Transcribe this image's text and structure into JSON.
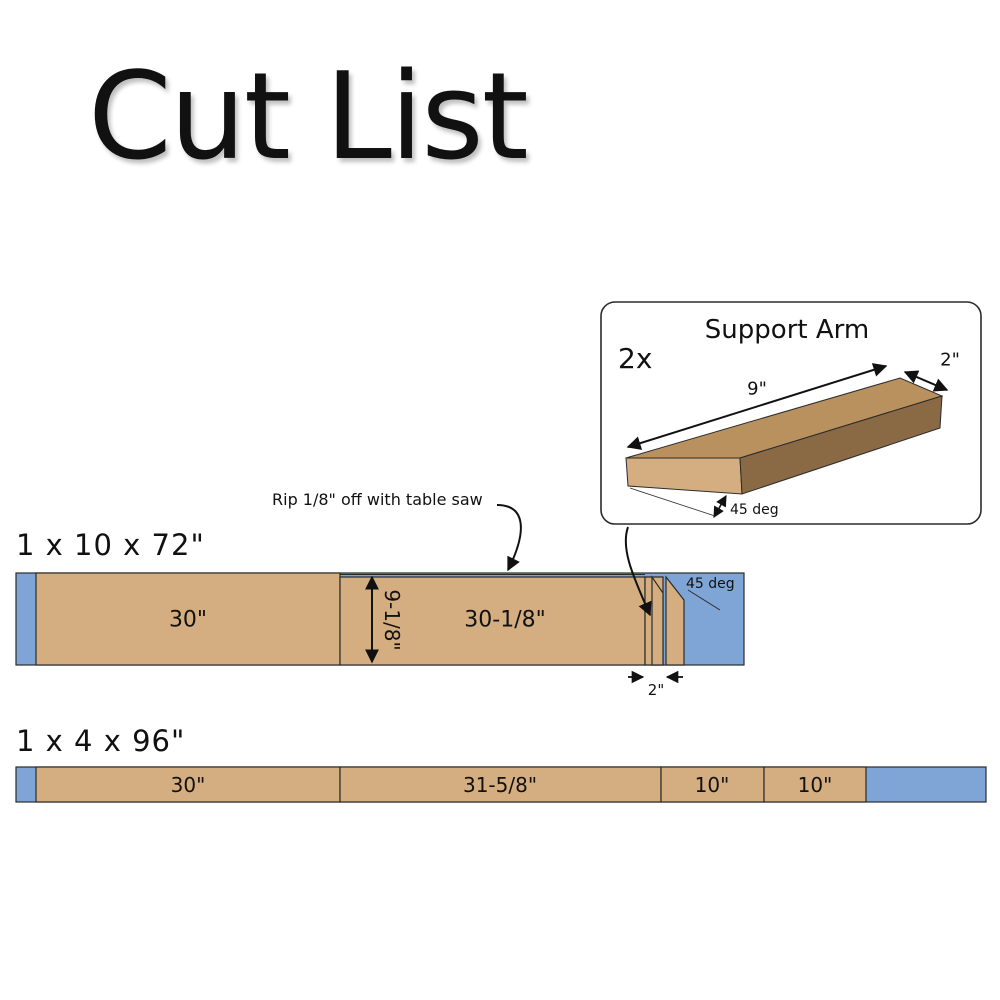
{
  "title": "Cut List",
  "colors": {
    "wood": "#d4ae80",
    "waste": "#7fa4d6",
    "outline": "#2b2b2b"
  },
  "boards": [
    {
      "label": "1 x 10 x 72\"",
      "pieces": [
        "30\"",
        "30-1/8\""
      ],
      "width_label": "9-1/8\"",
      "rip_note": "Rip 1/8\" off with table saw",
      "arm_width": "2\"",
      "angle": "45 deg"
    },
    {
      "label": "1 x 4 x 96\"",
      "pieces": [
        "30\"",
        "31-5/8\"",
        "10\"",
        "10\""
      ]
    }
  ],
  "support_arm": {
    "title": "Support Arm",
    "quantity": "2x",
    "length": "9\"",
    "width": "2\"",
    "angle": "45 deg"
  }
}
